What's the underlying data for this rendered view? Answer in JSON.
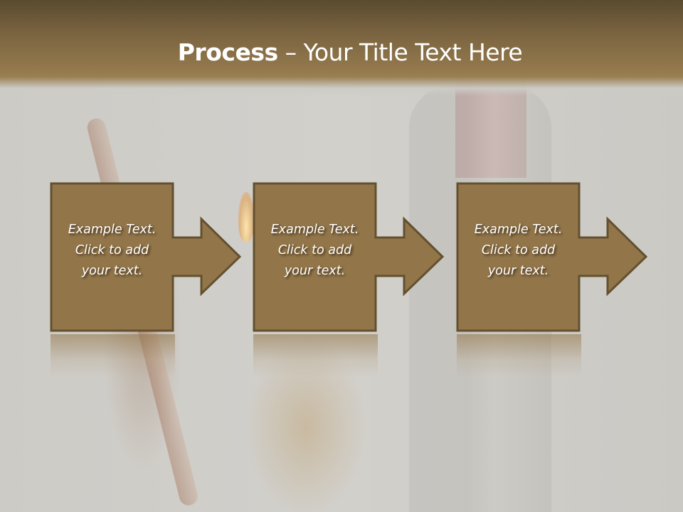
{
  "slide": {
    "title_bold": "Process",
    "title_rest": " – Your Title Text Here",
    "colors": {
      "header_top": "#5a4a2f",
      "header_bottom": "#9a7f52",
      "box_fill": "#92764a",
      "box_border": "#63502f",
      "text": "#ffffff"
    }
  },
  "steps": [
    {
      "line1": "Example Text.",
      "line2": "Click  to add",
      "line3": "your text."
    },
    {
      "line1": "Example Text.",
      "line2": "Click  to add",
      "line3": "your text."
    },
    {
      "line1": "Example Text.",
      "line2": "Click  to add",
      "line3": "your text."
    }
  ]
}
